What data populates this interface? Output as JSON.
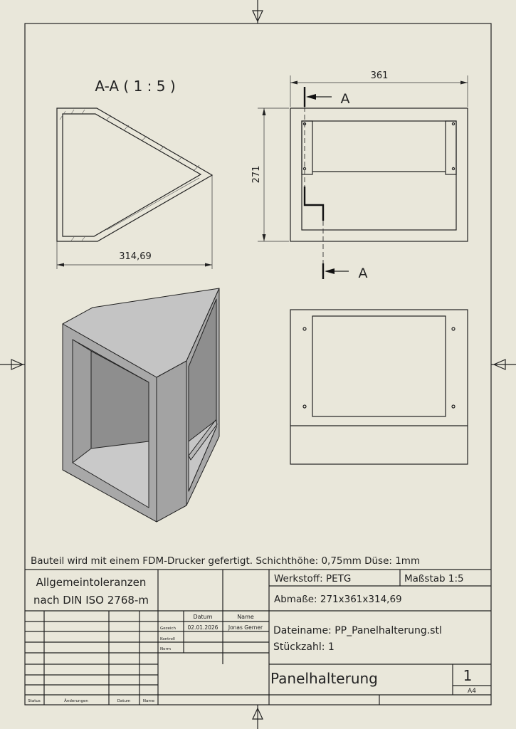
{
  "colors": {
    "paper": "#e9e7da",
    "line": "#222222",
    "face_light": "#c9c9c9",
    "face_mid": "#a9a9a9",
    "face_dark": "#8e8e8e"
  },
  "section_view": {
    "title": "A-A ( 1 : 5 )",
    "dimension": "314,69"
  },
  "front_view": {
    "dimension_width": "361",
    "dimension_height": "271",
    "section_label_top": "A",
    "section_label_bottom": "A"
  },
  "note": "Bauteil wird mit einem FDM-Drucker gefertigt. Schichthöhe: 0,75mm Düse: 1mm",
  "title_block": {
    "tolerance_line1": "Allgemeintoleranzen",
    "tolerance_line2": "nach DIN ISO 2768-m",
    "material": "Werkstoff: PETG",
    "scale": "Maßstab 1:5",
    "dimensions": "Abmaße: 271x361x314,69",
    "filename": "Dateiname: PP_Panelhalterung.stl",
    "quantity": "Stückzahl: 1",
    "part_name": "Panelhalterung",
    "sheet_number": "1",
    "sheet_format": "A4",
    "header_date": "Datum",
    "header_name": "Name",
    "row_drawn": "Gezeich",
    "row_checked": "Kontroll",
    "row_norm": "Norm",
    "drawn_date": "02.01.2026",
    "drawn_name": "Jonas Gerner",
    "rev_status": "Status",
    "rev_changes": "Änderungen",
    "rev_date": "Datum",
    "rev_name": "Name"
  }
}
